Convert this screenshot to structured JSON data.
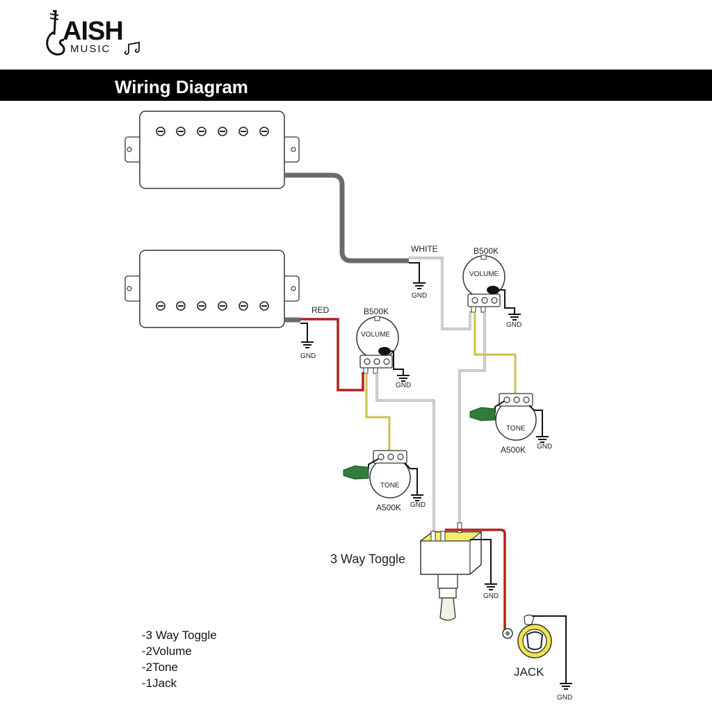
{
  "header": {
    "brand_main": "AISH",
    "brand_sub": "MUSIC",
    "title": "Wiring Diagram"
  },
  "labels": {
    "white_wire": "WHITE",
    "red_wire": "RED",
    "gnd": "GND",
    "volume_value": "B500K",
    "volume": "VOLUME",
    "tone": "TONE",
    "tone_value": "A500K",
    "toggle": "3 Way Toggle",
    "jack": "JACK"
  },
  "parts_list": [
    "-3 Way Toggle",
    "-2Volume",
    "-2Tone",
    "-1Jack"
  ],
  "colors": {
    "title_bar": "#000000",
    "wire_white": "#cfcfcf",
    "wire_red": "#b3201b",
    "wire_yellow": "#c9c24a",
    "wire_black": "#111111",
    "pickup_cable": "#6b6b6b",
    "capacitor": "#2f7d3a",
    "toggle_top": "#f3ec70",
    "jack_ring": "#f0e64a"
  }
}
